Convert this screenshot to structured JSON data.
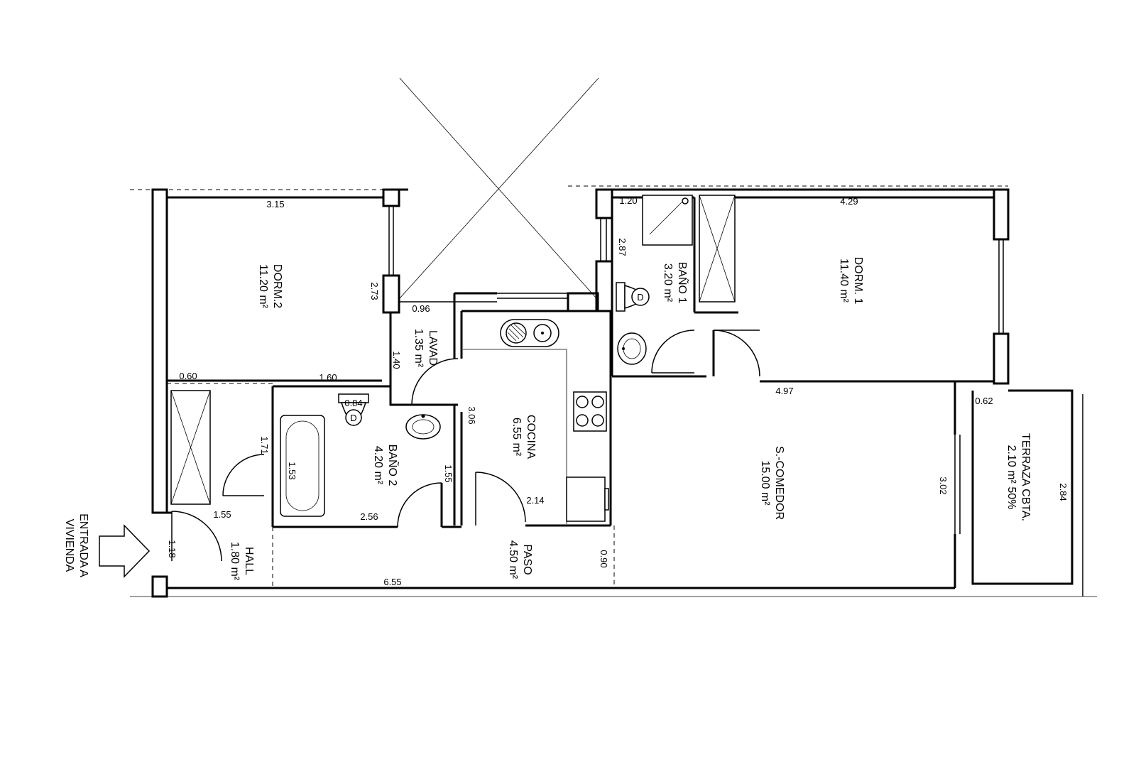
{
  "rooms": {
    "dorm2": {
      "name": "DORM.2",
      "area": "11.20 m²"
    },
    "dorm1": {
      "name": "DORM. 1",
      "area": "11.40 m²"
    },
    "bano1": {
      "name": "BAÑO 1",
      "area": "3.20 m²"
    },
    "bano2": {
      "name": "BAÑO 2",
      "area": "4.20 m²"
    },
    "lavad": {
      "name": "LAVAD",
      "area": "1.35 m²"
    },
    "cocina": {
      "name": "COCINA",
      "area": "6.55 m²"
    },
    "comedor": {
      "name": "S.-COMEDOR",
      "area": "15.00 m²"
    },
    "terraza": {
      "name": "TERRAZA CBTA.",
      "area": "2.10 m² 50%"
    },
    "paso": {
      "name": "PASO",
      "area": "4.50 m²"
    },
    "hall": {
      "name": "HALL",
      "area": "1.80 m²"
    }
  },
  "entrance": {
    "line1": "ENTRADA A",
    "line2": "VIVIENDA"
  },
  "dimensions": {
    "d315": "3.15",
    "d273": "2.73",
    "d060": "0.60",
    "d160": "1.60",
    "d096": "0.96",
    "d140": "1.40",
    "d120": "1.20",
    "d287": "2.87",
    "d429": "4.29",
    "d497": "4.97",
    "d062": "0.62",
    "d284": "2.84",
    "d302": "3.02",
    "d306": "3.06",
    "d214": "2.14",
    "d155a": "1.55",
    "d084": "0.84",
    "d153": "1.53",
    "d171": "1.71",
    "d155b": "1.55",
    "d256": "2.56",
    "d118": "1.18",
    "d655": "6.55",
    "d090": "0.90"
  },
  "fixtures": {
    "wc_letter": "D"
  }
}
